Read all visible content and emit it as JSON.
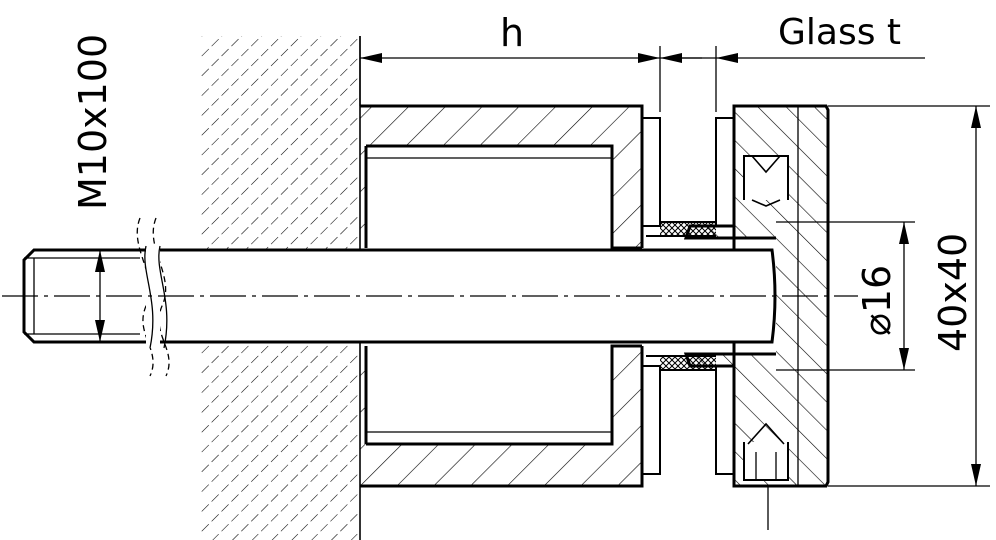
{
  "labels": {
    "h": "h",
    "glass": "Glass t",
    "bolt": "M10x100",
    "diameter": "⌀16",
    "size": "40x40"
  },
  "colors": {
    "line": "#000000",
    "background": "#ffffff"
  }
}
